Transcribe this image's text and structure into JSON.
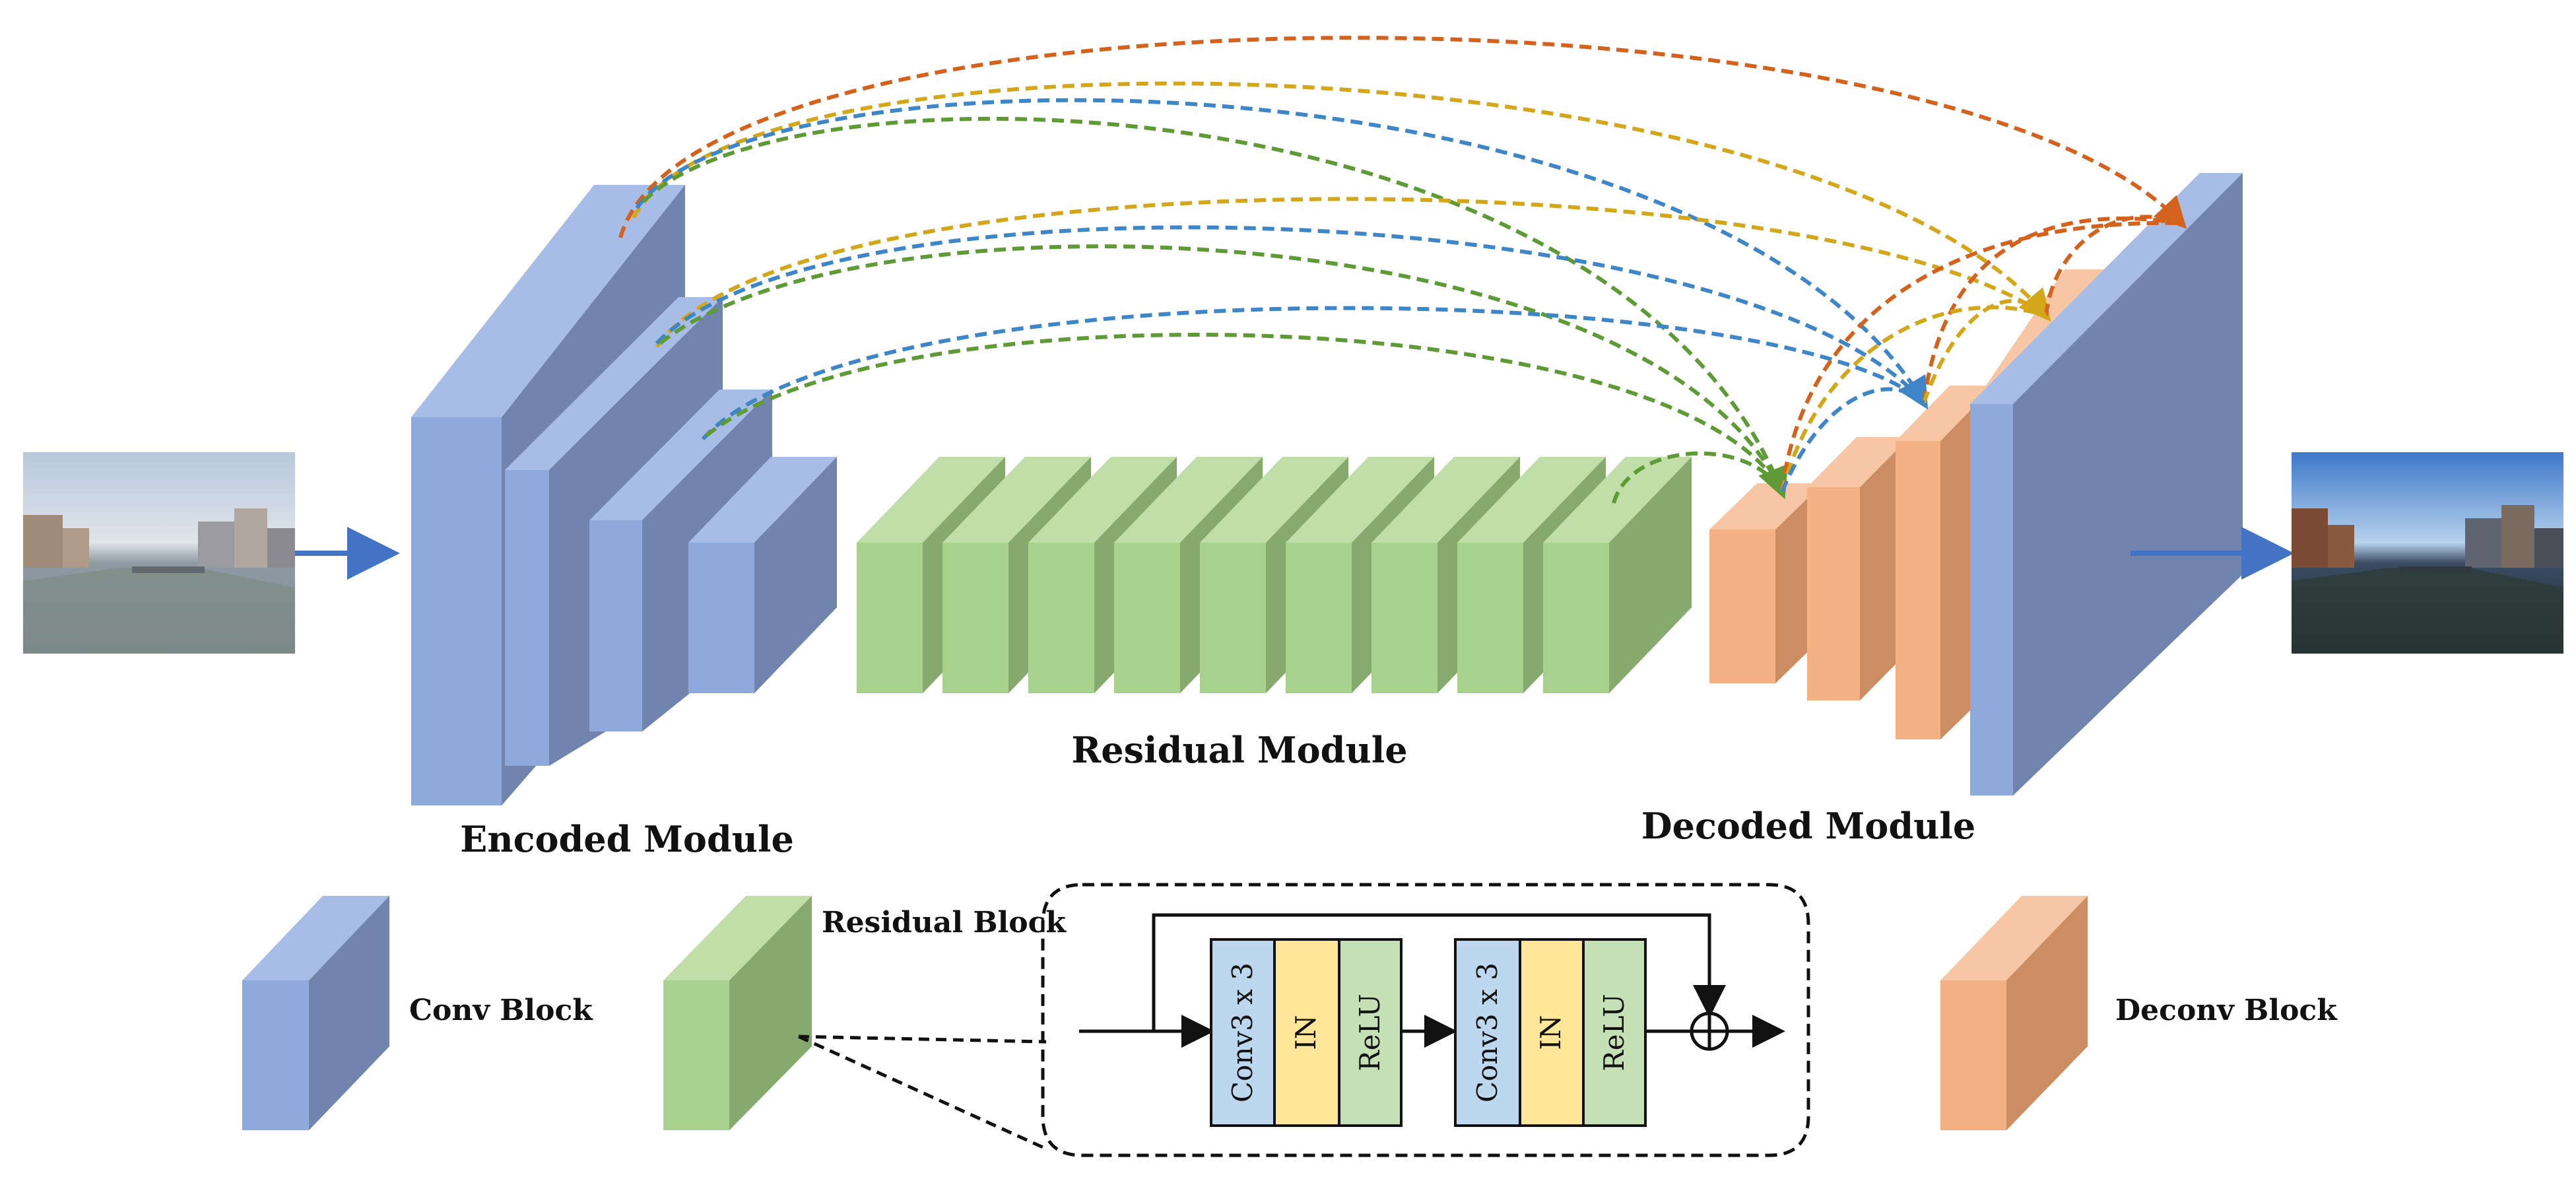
{
  "modules": {
    "encoded": "Encoded Module",
    "residual": "Residual Module",
    "decoded": "Decoded Module"
  },
  "legend": {
    "conv": "Conv Block",
    "residual": "Residual Block",
    "deconv": "Deconv Block"
  },
  "residual_block": {
    "cells": [
      "Conv3 x 3",
      "IN",
      "ReLU",
      "Conv3 x 3",
      "IN",
      "ReLU"
    ],
    "sum_symbol": "+"
  },
  "colors": {
    "conv_front": "#8ea9db",
    "conv_side": "#7084ad",
    "conv_top": "#a7bde5",
    "res_front": "#a8d18d",
    "res_side": "#86a96e",
    "res_top": "#bfdea8",
    "deconv_front": "#f4b183",
    "deconv_side": "#cc8d63",
    "deconv_top": "#f7c7a5",
    "skip_orange": "#d4621c",
    "skip_yellow": "#d4a71a",
    "skip_blue": "#3f86c8",
    "skip_green": "#5e9a36",
    "arrow_blue": "#4472c4",
    "cell_conv": "#bdd7ee",
    "cell_in": "#ffe699",
    "cell_relu": "#c5e0b4"
  },
  "icons": [
    "input-photo",
    "output-photo",
    "plus-circle-icon"
  ]
}
